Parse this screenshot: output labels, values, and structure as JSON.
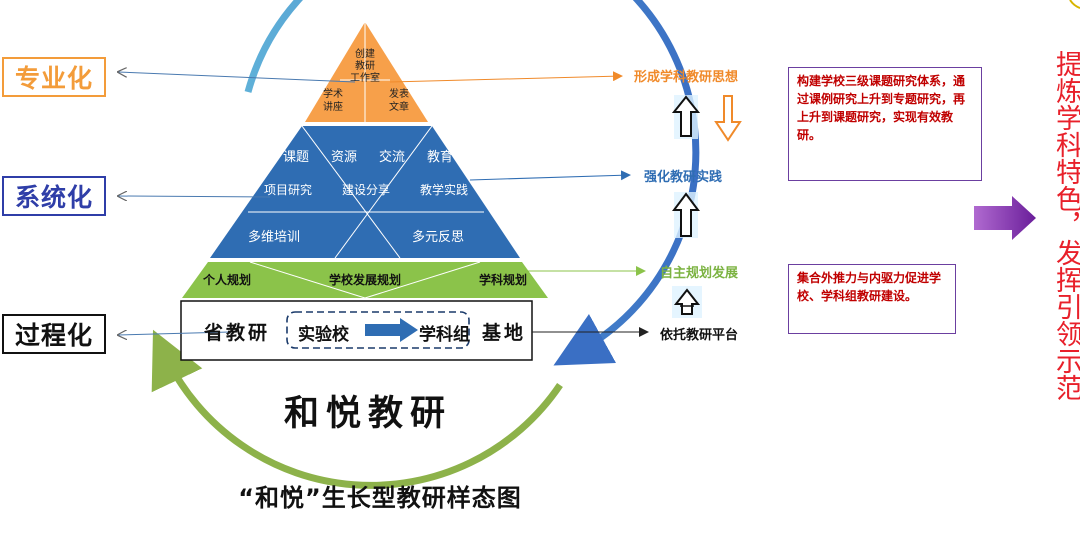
{
  "left_labels": {
    "professional": "专业化",
    "systematic": "系统化",
    "process": "过程化"
  },
  "pyramid": {
    "top": {
      "center": "创建\n教研\n工作室",
      "left": "学术\n讲座",
      "right": "发表\n文章"
    },
    "middle_row1": [
      "课题",
      "资源",
      "交流",
      "教育"
    ],
    "middle_row2": [
      "项目研究",
      "建设分享",
      "教学实践"
    ],
    "lower_left": "多维培训",
    "lower_right": "多元反思",
    "base": [
      "个人规划",
      "学校发展规划",
      "学科规划"
    ]
  },
  "platform": {
    "left": "省教研",
    "school": "实验校",
    "group": "学科组",
    "right": "基地"
  },
  "circle_title": "和悦教研",
  "caption": "“和悦”生长型教研样态图",
  "steps": {
    "form": "形成学科教研思想",
    "strengthen": "强化教研实践",
    "self_plan": "自主规划发展",
    "rely": "依托教研平台"
  },
  "notes": {
    "top": "构建学校三级课题研究体系，通过课例研究上升到专题研究，再上升到课题研究，实现有效教研。",
    "bottom": "集合外推力与内驱力促进学校、学科组教研建设。"
  },
  "side_text": "提炼学科特色，发挥引领示范",
  "colors": {
    "orange": "#f7a04a",
    "blue": "#2f6db3",
    "green": "#8bc34a",
    "ring_blue": "#3f7fcf",
    "ring_green": "#8db24a",
    "purple": "#6b3fa0",
    "red": "#e8202a"
  }
}
